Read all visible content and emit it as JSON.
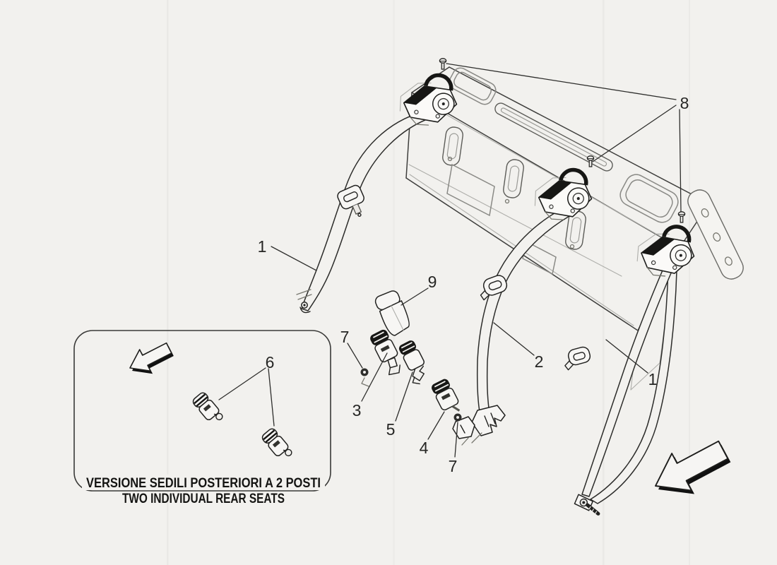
{
  "figure": {
    "type": "exploded-parts-diagram",
    "subject": "rear seat belts on rear shelf",
    "colors": {
      "background": "#f2f1ee",
      "line": "#2e2e2c",
      "ink": "#141412"
    },
    "callouts": [
      {
        "id": "left-seat-belt",
        "label": "1"
      },
      {
        "id": "buckle-cover",
        "label": "9"
      },
      {
        "id": "fixing-nut-upper",
        "label": "7"
      },
      {
        "id": "buckle-left",
        "label": "3"
      },
      {
        "id": "latch-bracket",
        "label": "5"
      },
      {
        "id": "buckle-centre",
        "label": "4"
      },
      {
        "id": "fixing-nut-lower",
        "label": "7"
      },
      {
        "id": "centre-seat-belt",
        "label": "2"
      },
      {
        "id": "right-seat-belt",
        "label": "1"
      },
      {
        "id": "fixing-screws",
        "label": "8"
      },
      {
        "id": "buckles-two-seats",
        "label": "6"
      }
    ],
    "inset": {
      "caption_line1": "VERSIONE SEDILI POSTERIORI A 2 POSTI",
      "caption_line2": "TWO INDIVIDUAL REAR SEATS"
    }
  }
}
